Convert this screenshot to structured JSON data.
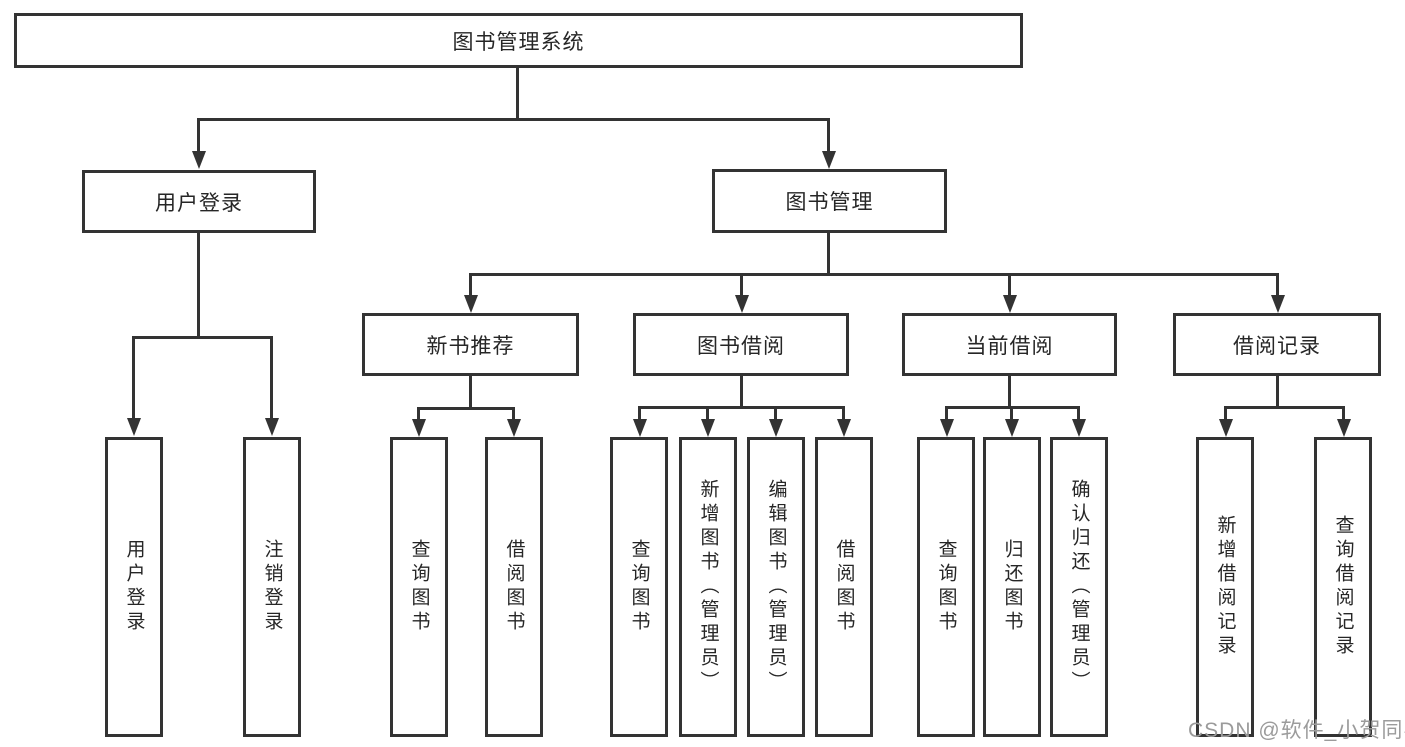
{
  "diagram": {
    "root": {
      "label": "图书管理系统"
    },
    "level2": [
      {
        "label": "用户登录"
      },
      {
        "label": "图书管理"
      }
    ],
    "level3": [
      {
        "label": "新书推荐"
      },
      {
        "label": "图书借阅"
      },
      {
        "label": "当前借阅"
      },
      {
        "label": "借阅记录"
      }
    ],
    "leaves": [
      {
        "label": "用户登录"
      },
      {
        "label": "注销登录"
      },
      {
        "label": "查询图书"
      },
      {
        "label": "借阅图书"
      },
      {
        "label": "查询图书"
      },
      {
        "label": "新增图书（管理员）"
      },
      {
        "label": "编辑图书（管理员）"
      },
      {
        "label": "借阅图书"
      },
      {
        "label": "查询图书"
      },
      {
        "label": "归还图书"
      },
      {
        "label": "确认归还（管理员）"
      },
      {
        "label": "新增借阅记录"
      },
      {
        "label": "查询借阅记录"
      }
    ],
    "watermark": "CSDN @软件_小贺同学",
    "colors": {
      "line": "#333333",
      "text": "#262626",
      "watermark": "#9b9b9b",
      "background": "#ffffff"
    }
  }
}
